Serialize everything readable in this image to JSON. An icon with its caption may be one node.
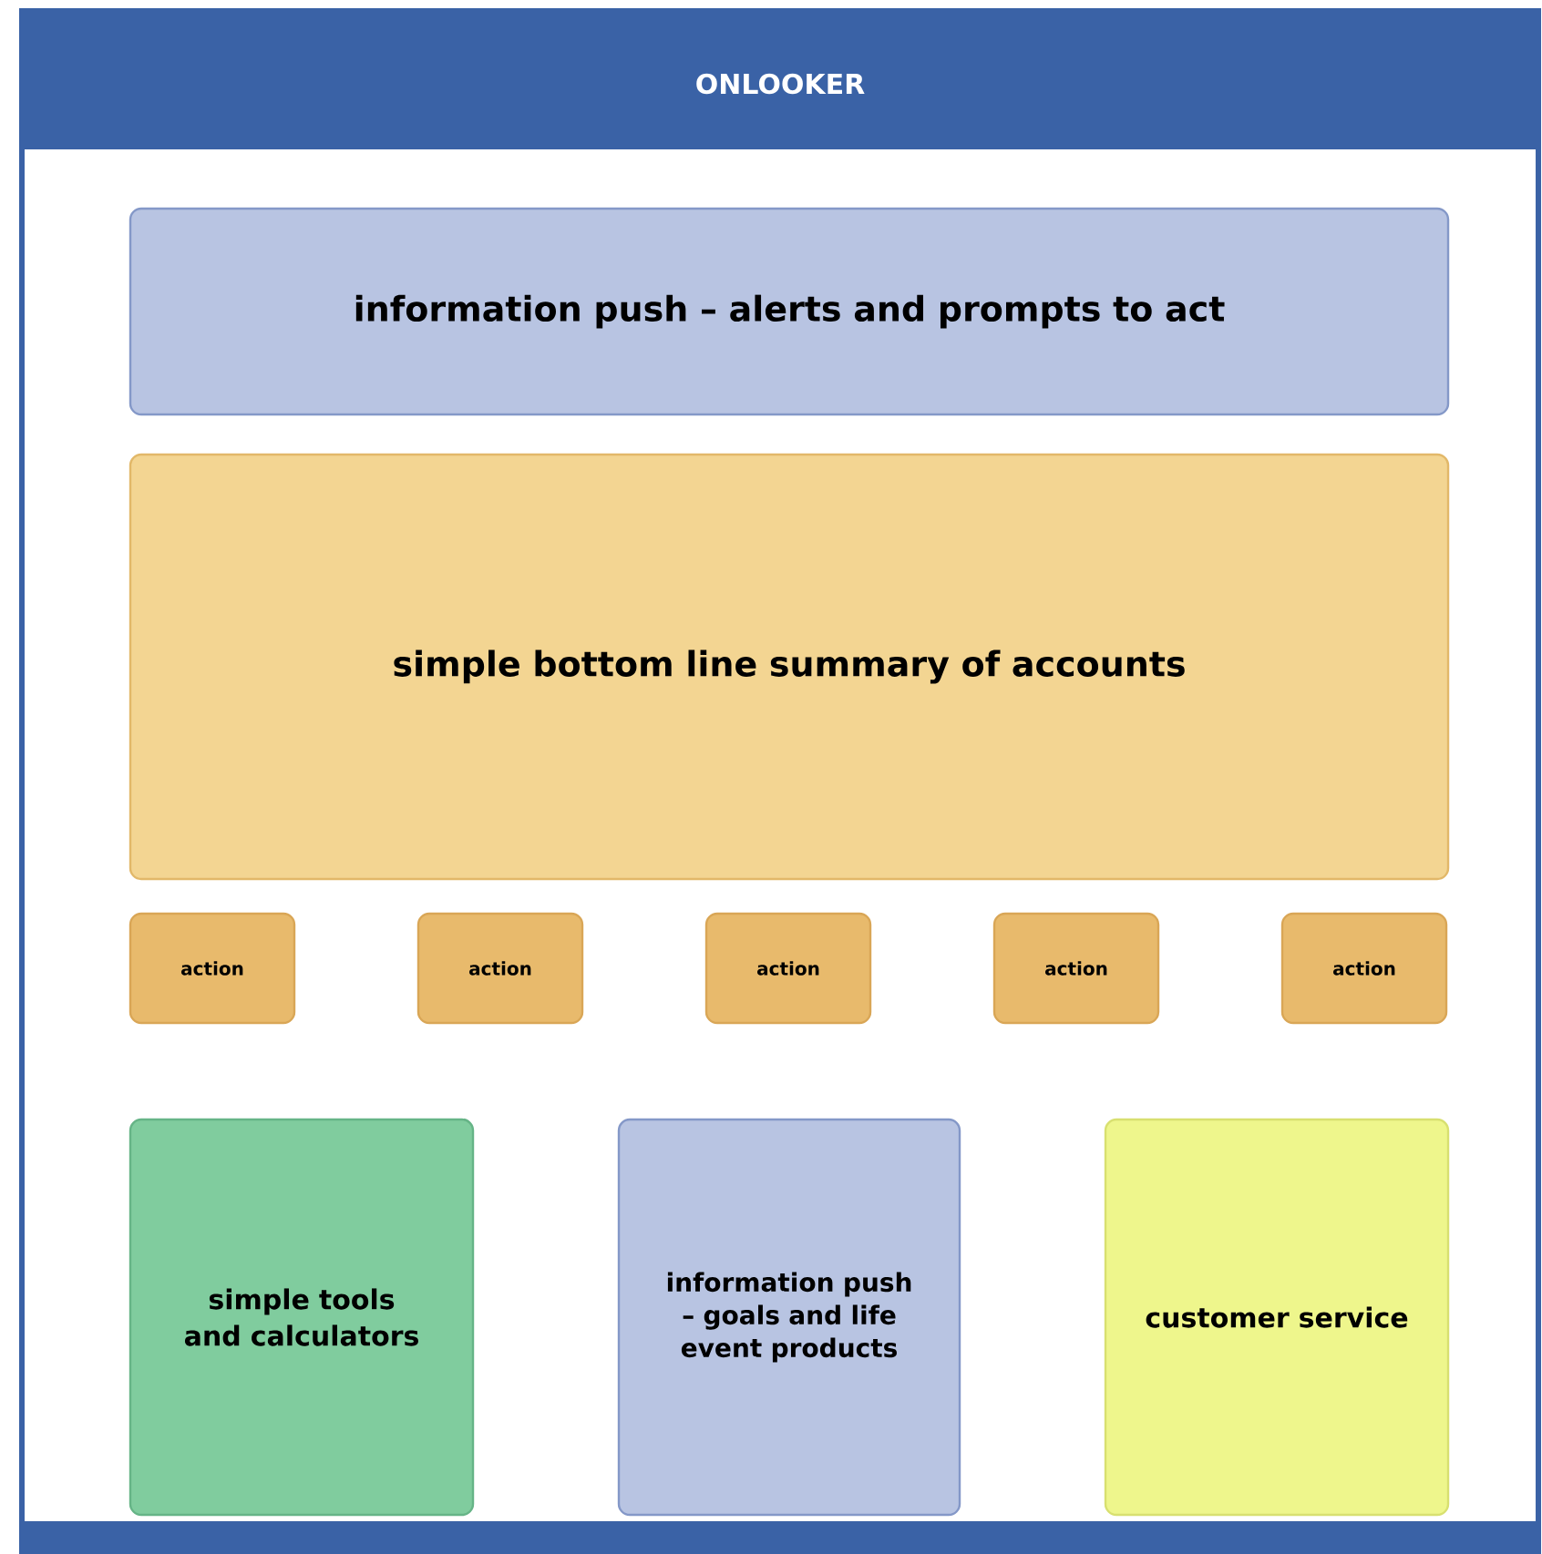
{
  "diagram": {
    "nodes": [
      {
        "text": [
          "ONLOOKER"
        ]
      },
      {
        "text": [
          "information push – alerts and prompts to act"
        ],
        "in": 0
      },
      {
        "text": [
          "simple bottom line summary of accounts"
        ],
        "in": 0
      },
      {
        "text": [
          "action"
        ],
        "in": 0
      },
      {
        "text": [
          "action"
        ],
        "in": 0
      },
      {
        "text": [
          "action"
        ],
        "in": 0
      },
      {
        "text": [
          "action"
        ],
        "in": 0
      },
      {
        "text": [
          "action"
        ],
        "in": 0
      },
      {
        "text": [
          "simple tools and calculators"
        ],
        "in": 0
      },
      {
        "text": [
          "information push – goals and life event products"
        ],
        "in": 0
      },
      {
        "text": [
          "customer service"
        ],
        "in": 0
      }
    ]
  }
}
